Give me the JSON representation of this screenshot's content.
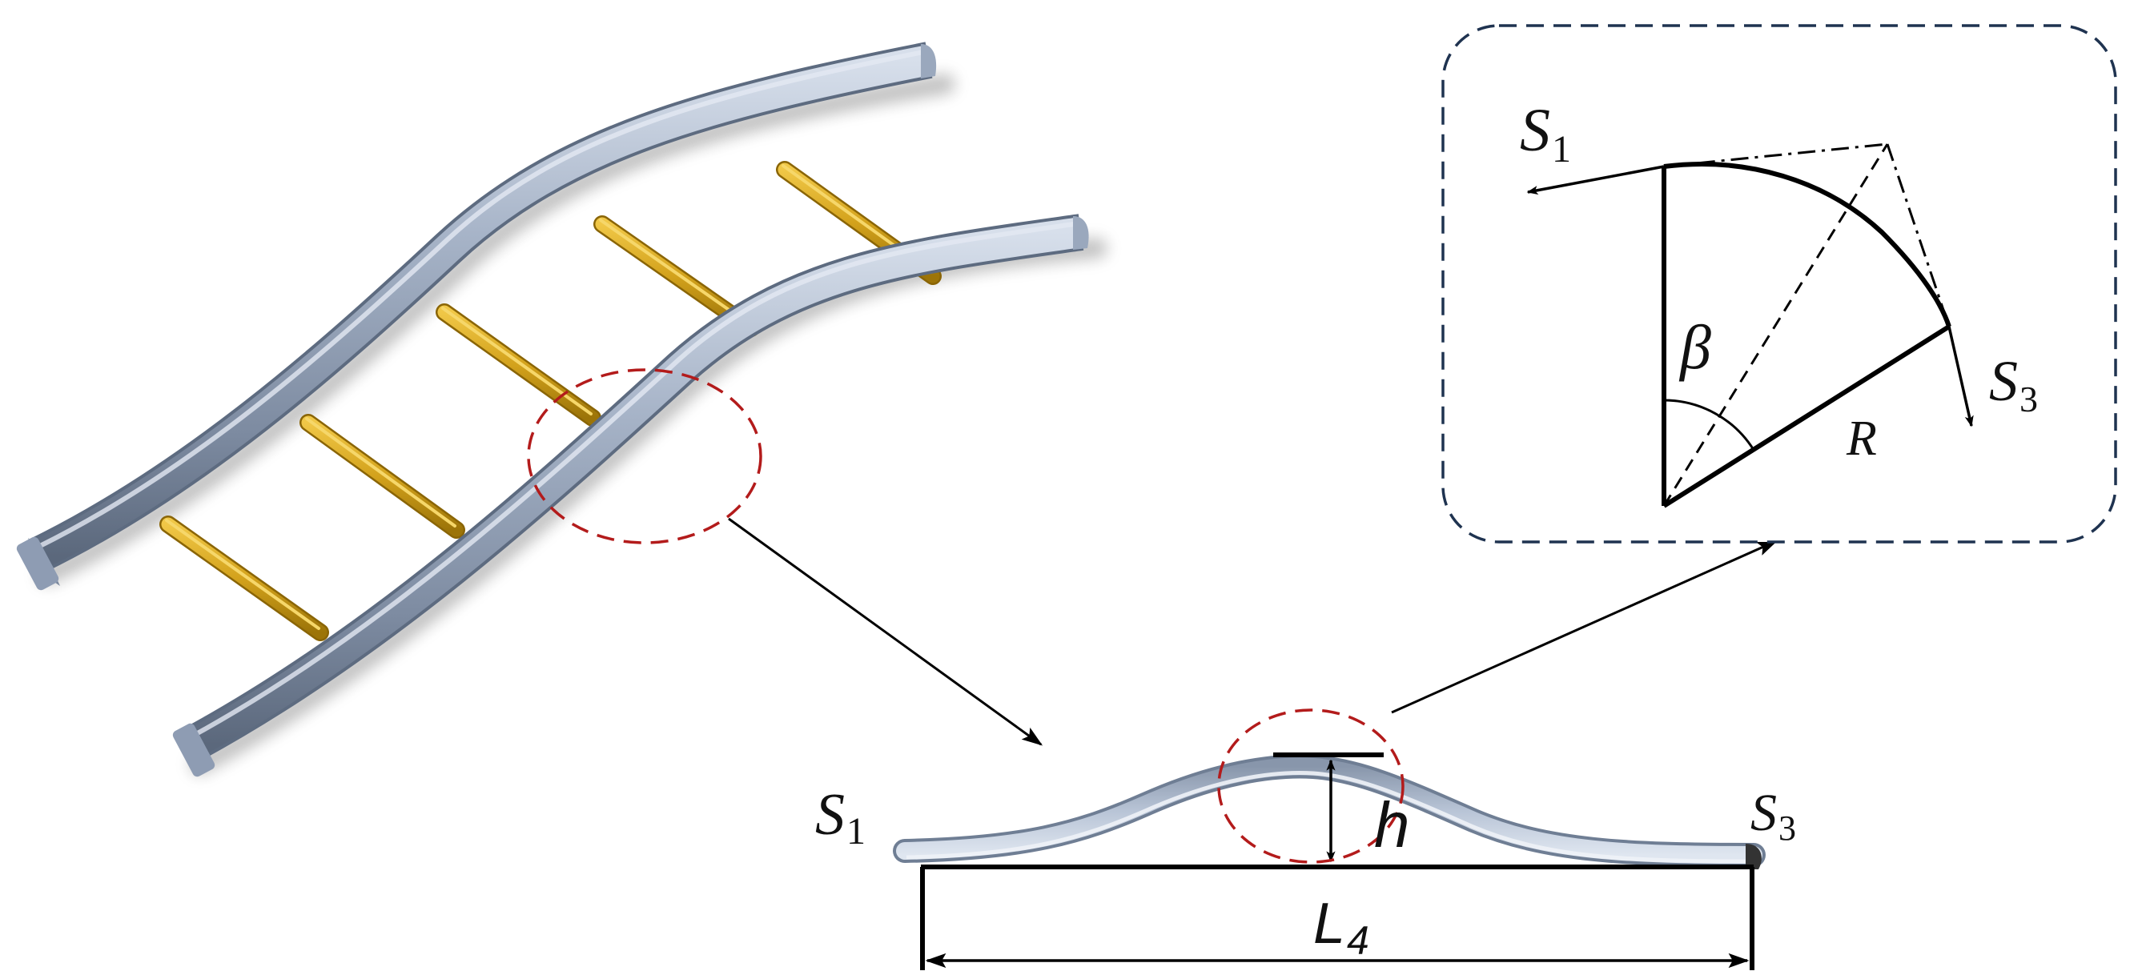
{
  "labels": {
    "s1": "S",
    "s1_sub": "1",
    "s3": "S",
    "s3_sub": "3",
    "h": "h",
    "l": "L",
    "l_sub": "4",
    "inset_s1": "S",
    "inset_s1_sub": "1",
    "inset_s3": "S",
    "inset_s3_sub": "3",
    "beta": "β",
    "r": "R"
  },
  "colors": {
    "rail_base": "#8e9cb3",
    "rail_light": "#c9d3e2",
    "rail_dark": "#5d6b80",
    "rung": "#d3a21c",
    "rung_dark": "#a87d0a",
    "highlight_circle": "#b31b1b",
    "inset_border": "#1f3350",
    "line": "#000000"
  },
  "icons": {
    "ladder": "curved-ladder-3d",
    "detail_circle": "dashed-circle",
    "inset": "dashed-rounded-box"
  }
}
